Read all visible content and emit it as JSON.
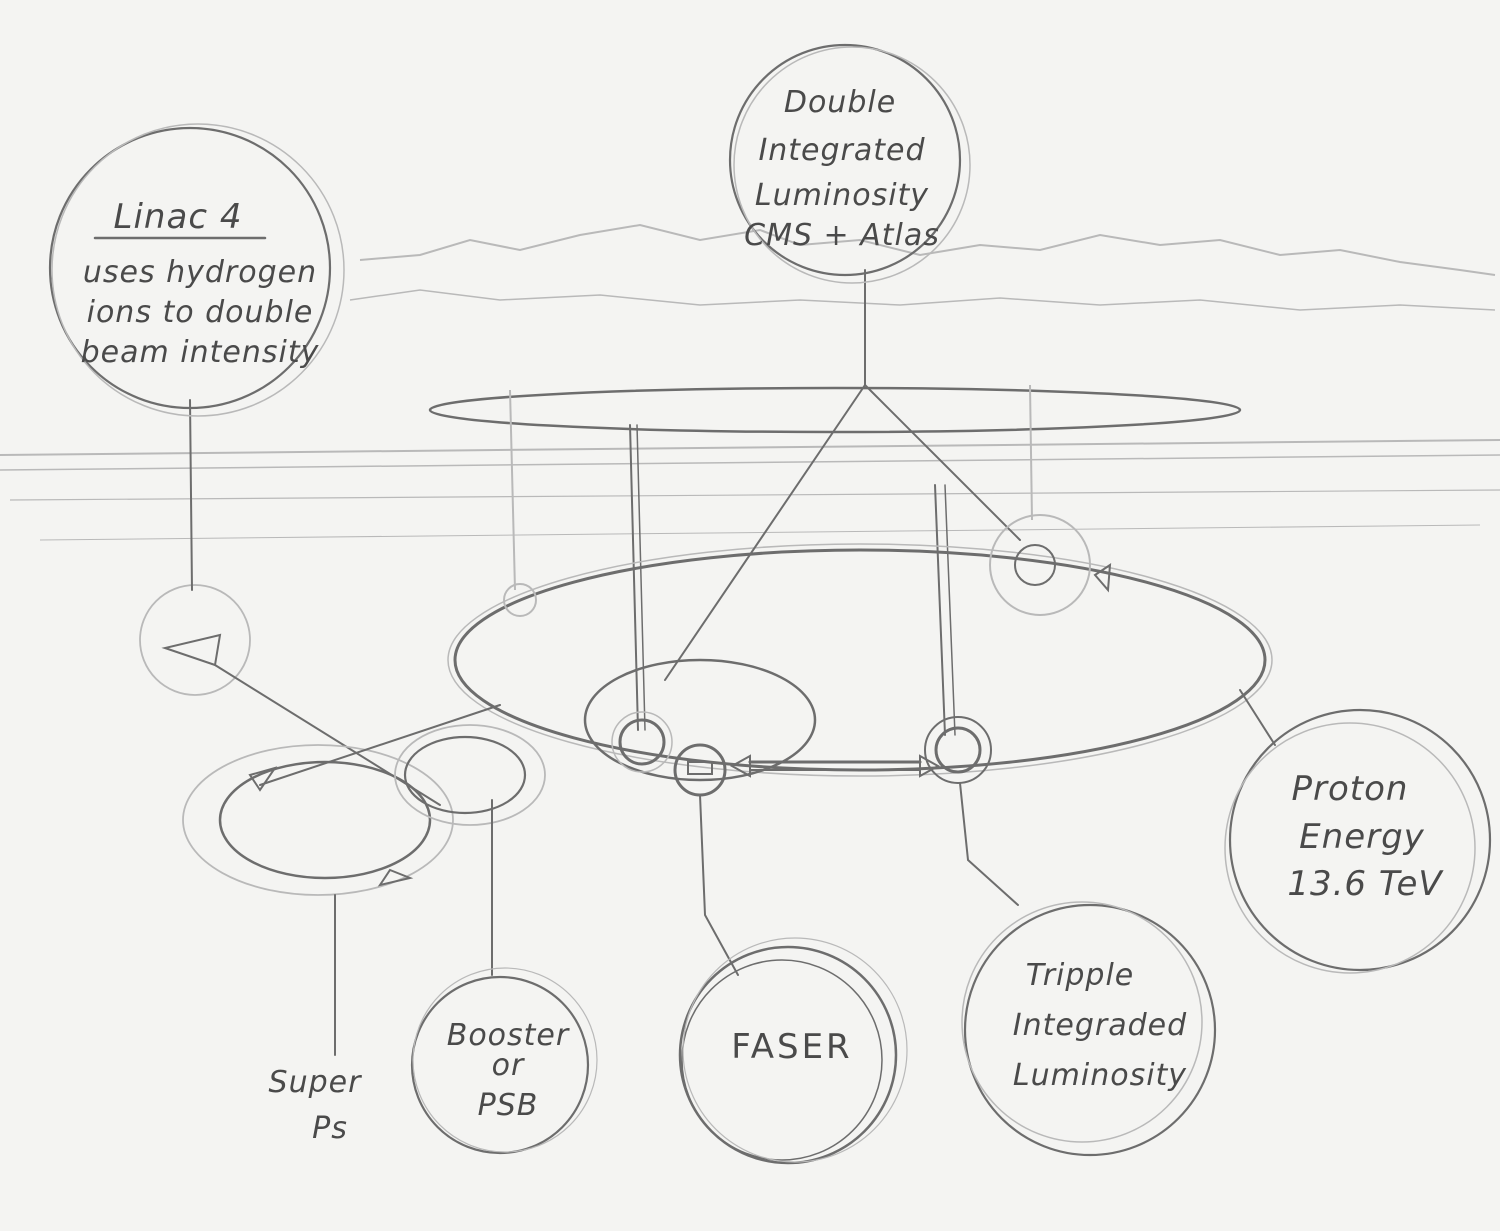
{
  "sketch": {
    "linac": {
      "title": "Linac 4",
      "line1": "uses hydrogen",
      "line2": "ions to double",
      "line3": "beam intensity"
    },
    "double": {
      "line1": "Double",
      "line2": "Integrated",
      "line3": "Luminosity",
      "line4": "CMS + Atlas"
    },
    "proton": {
      "line1": "Proton",
      "line2": "Energy",
      "line3": "13.6 TeV"
    },
    "triple": {
      "line1": "Tripple",
      "line2": "Integraded",
      "line3": "Luminosity"
    },
    "faser": {
      "line1": "FASER"
    },
    "booster": {
      "line1": "Booster",
      "line2": "or",
      "line3": "PSB"
    },
    "superps": {
      "line1": "Super",
      "line2": "Ps"
    }
  },
  "colors": {
    "paper": "#f4f4f2",
    "pencil": "#6d6d6d",
    "faint": "#b9b9b9"
  }
}
